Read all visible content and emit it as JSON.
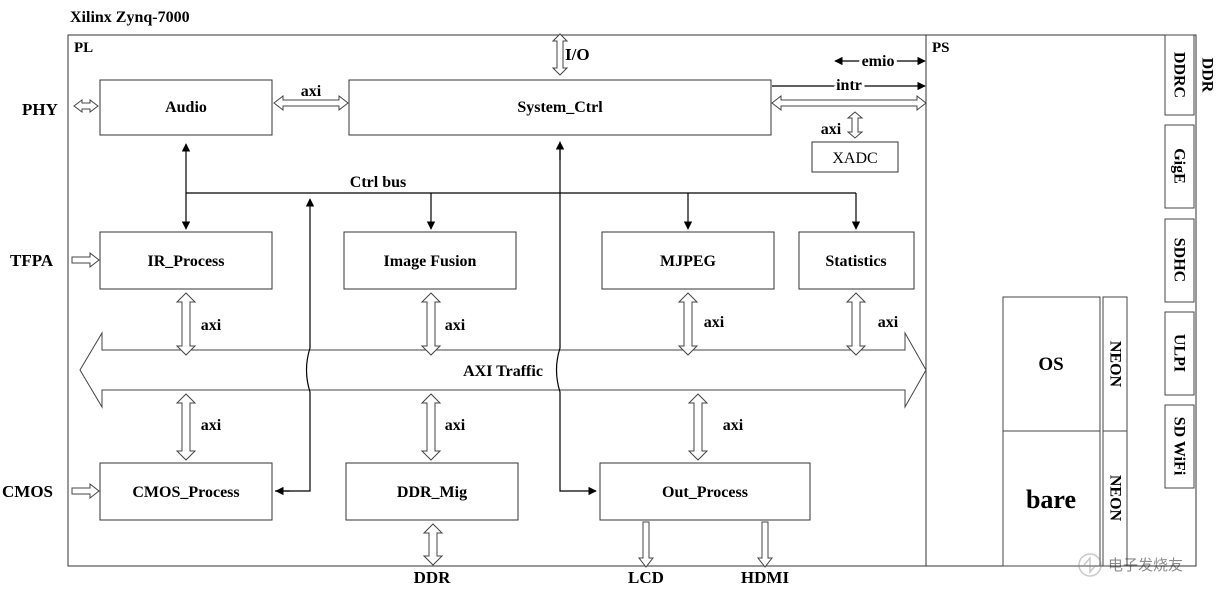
{
  "title": "Xilinx Zynq-7000",
  "regions": {
    "pl": "PL",
    "ps": "PS"
  },
  "blocks": {
    "audio": "Audio",
    "system_ctrl": "System_Ctrl",
    "xadc": "XADC",
    "ir_process": "IR_Process",
    "image_fusion": "Image Fusion",
    "mjpeg": "MJPEG",
    "statistics": "Statistics",
    "cmos_process": "CMOS_Process",
    "ddr_mig": "DDR_Mig",
    "out_process": "Out_Process"
  },
  "external": {
    "phy": "PHY",
    "tfpa": "TFPA",
    "cmos": "CMOS",
    "io": "I/O",
    "ddr": "DDR",
    "lcd": "LCD",
    "hdmi": "HDMI"
  },
  "buses": {
    "ctrl_bus": "Ctrl bus",
    "axi_traffic": "AXI Traffic"
  },
  "links": {
    "axi": "axi",
    "emio": "emio",
    "intr": "intr"
  },
  "ps": {
    "side_modules": [
      "DDRC",
      "GigE",
      "SDHC",
      "ULPI",
      "SD WiFi"
    ],
    "ddr_label": "DDR",
    "os": "OS",
    "bare": "bare",
    "neon": "NEON"
  },
  "watermark": "电子发烧友"
}
